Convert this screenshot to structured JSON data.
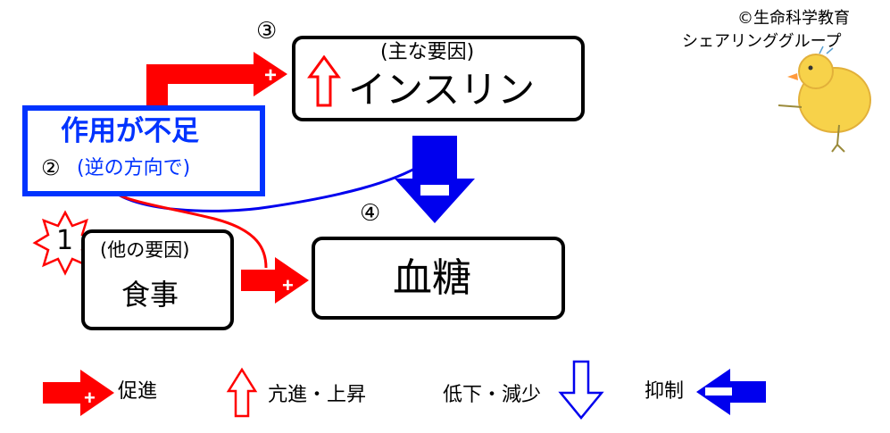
{
  "credit": {
    "line1": "©生命科学教育",
    "line2": "シェアリンググループ"
  },
  "circled": {
    "one": "1",
    "two": "②",
    "three": "③",
    "four": "④"
  },
  "insulin": {
    "sub": "(主な要因)",
    "title": "インスリン"
  },
  "deficiency": {
    "title": "作用が不足",
    "sub": "(逆の方向で)"
  },
  "food": {
    "sub": "(他の要因)",
    "title": "食事"
  },
  "blood_sugar": {
    "title": "血糖"
  },
  "legend": {
    "promote": "促進",
    "increase": "亢進・上昇",
    "decrease": "低下・減少",
    "suppress": "抑制"
  },
  "colors": {
    "promote": "#ff0000",
    "suppress": "#0000ee",
    "box_border": "#000000",
    "deficiency_border": "#0033ff",
    "deficiency_text": "#0033ff"
  },
  "icons": {
    "chick": "chick-drawing-icon",
    "burst": "starburst-icon"
  }
}
